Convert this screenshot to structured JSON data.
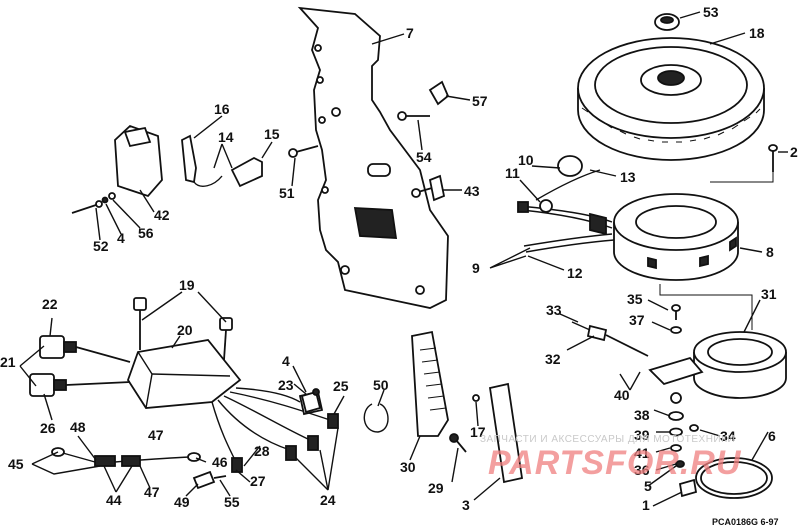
{
  "callouts": [
    "53",
    "18",
    "7",
    "57",
    "2",
    "16",
    "14",
    "15",
    "54",
    "10",
    "13",
    "11",
    "51",
    "43",
    "42",
    "56",
    "4",
    "52",
    "9",
    "12",
    "8",
    "22",
    "19",
    "20",
    "35",
    "33",
    "31",
    "37",
    "32",
    "21",
    "40",
    "4",
    "23",
    "25",
    "50",
    "38",
    "17",
    "26",
    "47",
    "48",
    "28",
    "39",
    "34",
    "41",
    "6",
    "45",
    "46",
    "27",
    "36",
    "30",
    "44",
    "47",
    "49",
    "55",
    "29",
    "5",
    "24",
    "1",
    "3"
  ],
  "watermark": {
    "caption": "ЗАПЧАСТИ И АКСЕССУАРЫ ДЛЯ МОТОТЕХНИКИ",
    "brand": "PARTSFOR.RU"
  },
  "drawing_code": "PCA0186G  6-97"
}
